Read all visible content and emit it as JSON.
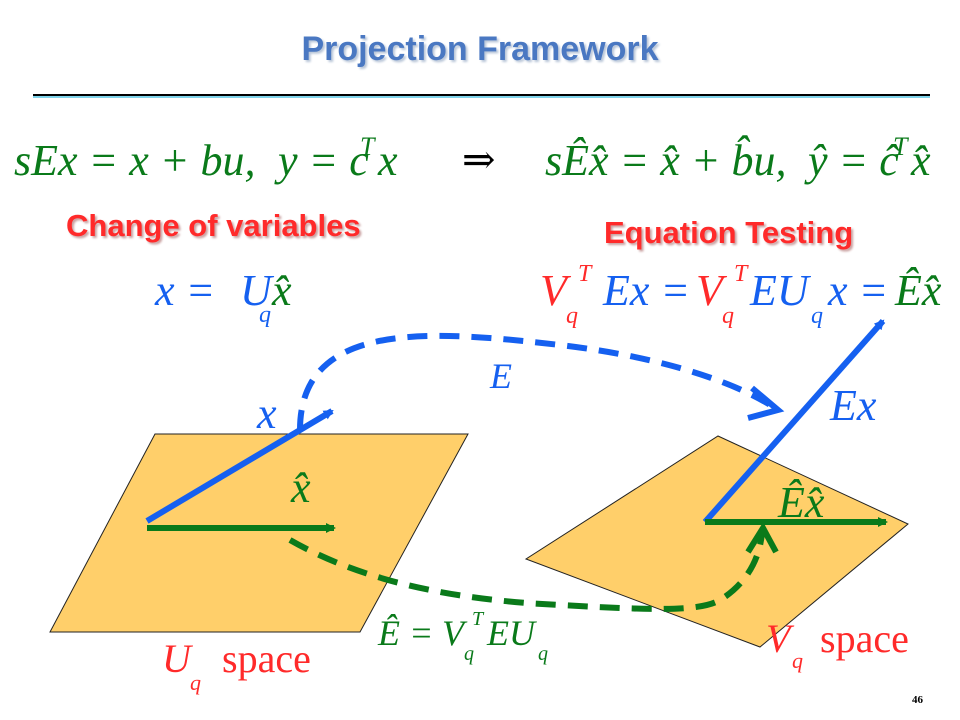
{
  "title": "Projection Framework",
  "slide_number": "46",
  "headings": {
    "change": "Change of variables",
    "testing": "Equation Testing"
  },
  "equations": {
    "full_state": "sEx = x + bu,",
    "full_output": "y = cᵀx",
    "implies": "⇒",
    "reduced_state": "sÊx̂ = x̂ + b̂u,",
    "reduced_output": "ŷ = ĉᵀx̂",
    "change_of_variables": "x = U_q x̂",
    "testing": "V_q^T Ex = V_q^T E U_q x = Êx̂",
    "e_hat_def": "Ê = V_q^T E U_q"
  },
  "labels": {
    "x": "x",
    "x_hat": "x̂",
    "E": "E",
    "Ex": "Ex",
    "E_hat_x_hat": "Êx̂",
    "u_space": "space",
    "v_space": "space"
  },
  "colors": {
    "blue": "#1560f0",
    "green": "#0a7a1a",
    "plane_fill": "#ffcf6a",
    "red": "#ff2a2a",
    "title_blue": "#4a78c2"
  }
}
